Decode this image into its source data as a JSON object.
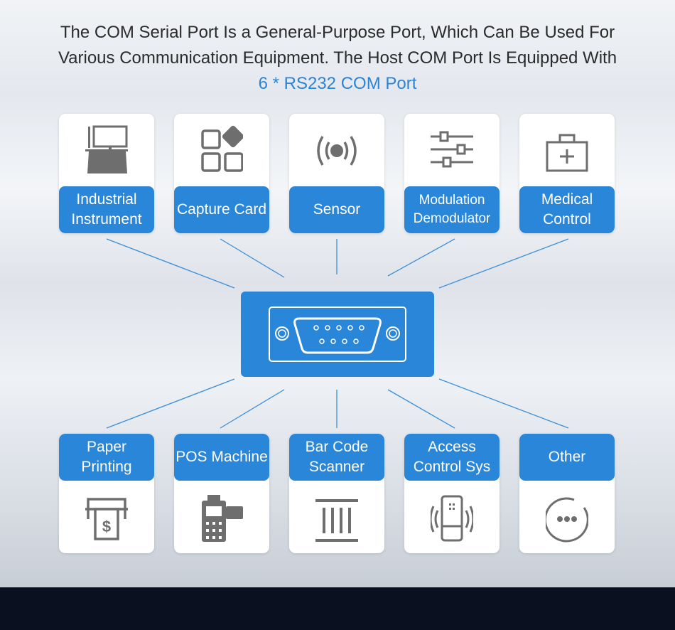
{
  "heading": {
    "line1": "The COM Serial Port Is a General-Purpose Port, Which Can Be Used For",
    "line2": "Various Communication Equipment. The Host COM Port Is Equipped With",
    "highlight": "6 * RS232 COM Port"
  },
  "top_cards": [
    {
      "label": "Industrial Instrument",
      "icon": "industrial-instrument-icon"
    },
    {
      "label": "Capture Card",
      "icon": "capture-card-icon"
    },
    {
      "label": "Sensor",
      "icon": "sensor-icon"
    },
    {
      "label": "Modulation Demodulator",
      "icon": "modulation-icon"
    },
    {
      "label": "Medical Control",
      "icon": "medical-kit-icon"
    }
  ],
  "bottom_cards": [
    {
      "label": "Paper Printing",
      "icon": "paper-printing-icon"
    },
    {
      "label": "POS Machine",
      "icon": "pos-machine-icon"
    },
    {
      "label": "Bar Code Scanner",
      "icon": "barcode-icon"
    },
    {
      "label": "Access Control Sys",
      "icon": "access-control-icon"
    },
    {
      "label": "Other",
      "icon": "more-icon"
    }
  ],
  "colors": {
    "accent": "#2a86d8",
    "icon": "#6e6e6e"
  }
}
